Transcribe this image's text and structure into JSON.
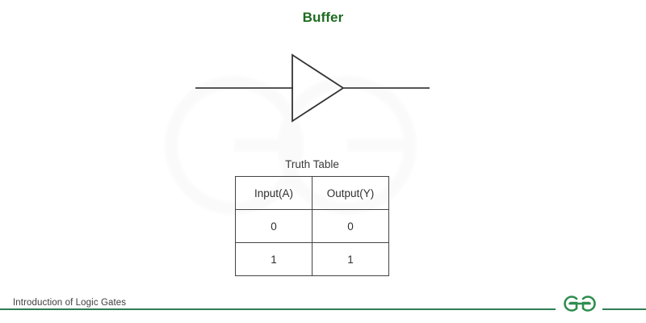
{
  "slide": {
    "title": "Buffer",
    "title_color": "#1d6b20",
    "background_color": "#ffffff"
  },
  "diagram": {
    "gate_type": "buffer",
    "symbol_name": "buffer-triangle",
    "stroke_color": "#4a4a4a",
    "input_line_label": "",
    "output_line_label": ""
  },
  "truth_table": {
    "caption": "Truth Table",
    "columns": [
      "Input(A)",
      "Output(Y)"
    ],
    "rows": [
      [
        "0",
        "0"
      ],
      [
        "1",
        "1"
      ]
    ],
    "border_color": "#444444"
  },
  "footer": {
    "label": "Introduction of Logic Gates",
    "rule_color": "#2f7d55",
    "logo_name": "geeksforgeeks-logo",
    "logo_color": "#2f8d4e"
  }
}
